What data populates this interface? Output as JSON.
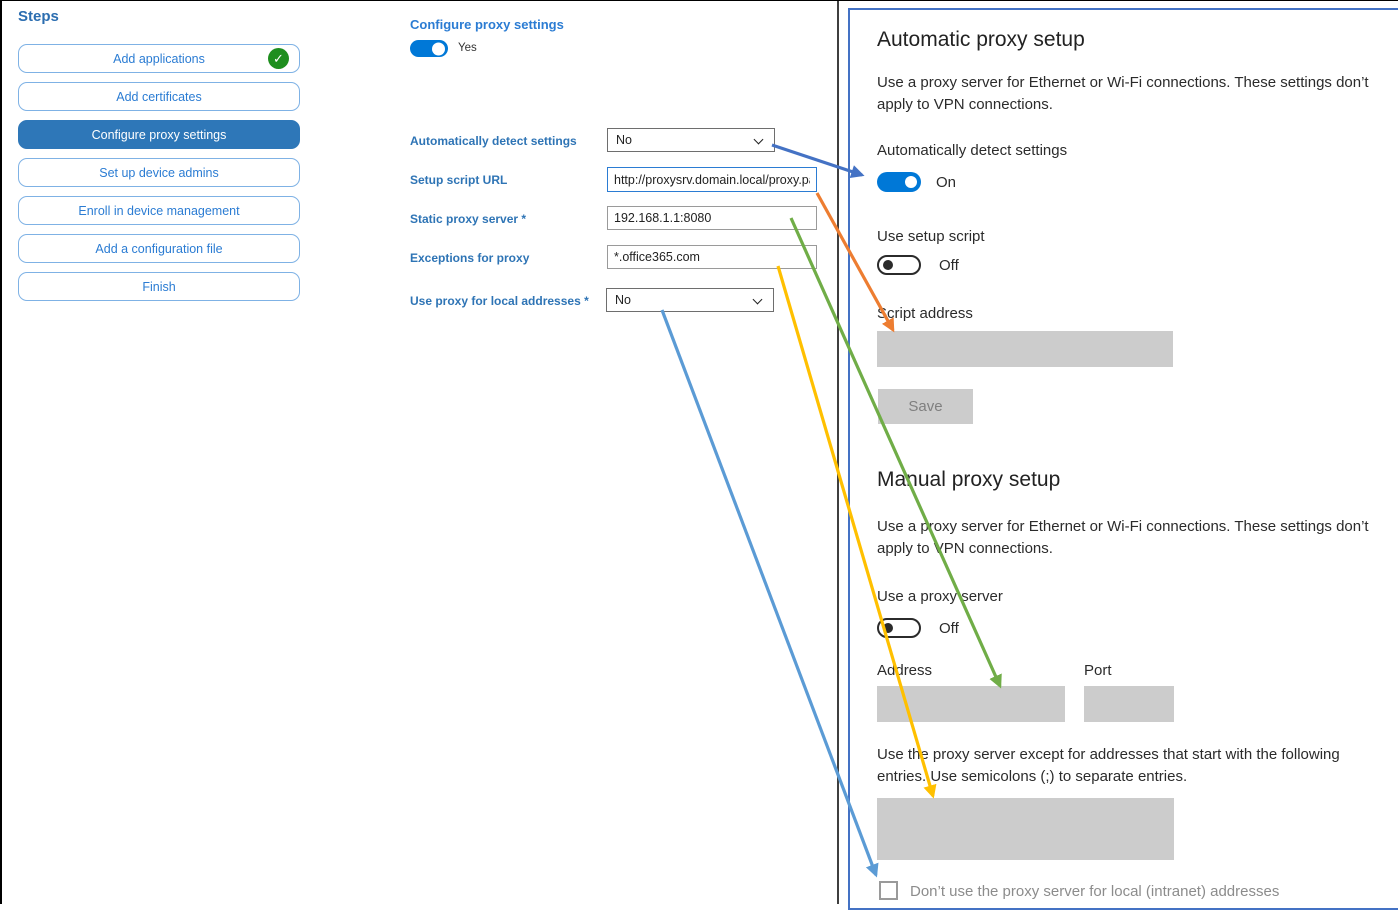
{
  "steps_panel": {
    "title": "Steps",
    "items": [
      {
        "label": "Add applications",
        "status": "completed"
      },
      {
        "label": "Add certificates",
        "status": "normal"
      },
      {
        "label": "Configure proxy settings",
        "status": "active"
      },
      {
        "label": "Set up device admins",
        "status": "normal"
      },
      {
        "label": "Enroll in device management",
        "status": "normal"
      },
      {
        "label": "Add a configuration file",
        "status": "normal"
      },
      {
        "label": "Finish",
        "status": "normal"
      }
    ],
    "completed_check": "✓"
  },
  "form_panel": {
    "title": "Configure proxy settings",
    "enable_toggle": {
      "label": "Yes",
      "state": "on"
    },
    "fields": [
      {
        "label": "Automatically detect settings",
        "control": "dropdown",
        "value": "No"
      },
      {
        "label": "Setup script URL",
        "control": "text",
        "value": "http://proxysrv.domain.local/proxy.pa"
      },
      {
        "label": "Static proxy server *",
        "control": "text",
        "value": "192.168.1.1:8080"
      },
      {
        "label": "Exceptions for proxy",
        "control": "text",
        "value": "*.office365.com"
      },
      {
        "label": "Use proxy for local addresses *",
        "control": "dropdown",
        "value": "No"
      }
    ]
  },
  "settings_panel": {
    "automatic": {
      "title": "Automatic proxy setup",
      "description": "Use a proxy server for Ethernet or Wi-Fi connections. These settings don’t apply to VPN connections.",
      "detect_label": "Automatically detect settings",
      "detect_state": "On",
      "script_label": "Use setup script",
      "script_state": "Off",
      "script_address_label": "Script address",
      "script_address_value": "",
      "save_label": "Save"
    },
    "manual": {
      "title": "Manual proxy setup",
      "description": "Use a proxy server for Ethernet or Wi-Fi connections. These settings don’t apply to VPN connections.",
      "use_proxy_label": "Use a proxy server",
      "use_proxy_state": "Off",
      "address_label": "Address",
      "address_value": "",
      "port_label": "Port",
      "port_value": "",
      "exceptions_text": "Use the proxy server except for addresses that start with the following entries. Use semicolons (;) to separate entries.",
      "exceptions_value": "",
      "local_checkbox_label": "Don’t use the proxy server for local (intranet) addresses",
      "local_checkbox_checked": false
    }
  },
  "arrows": [
    {
      "color": "#4472C4",
      "connects": "Automatically detect settings dropdown → Automatically detect settings toggle"
    },
    {
      "color": "#ED7D31",
      "connects": "Setup script URL → Script address"
    },
    {
      "color": "#70AD47",
      "connects": "Static proxy server → Address"
    },
    {
      "color": "#FFC000",
      "connects": "Exceptions for proxy → exceptions list"
    },
    {
      "color": "#5B9BD5",
      "connects": "Use proxy for local addresses → local intranet checkbox"
    }
  ],
  "colors": {
    "accent_blue": "#2b7cd3",
    "active_step_bg": "#2e77b8",
    "step_border": "#7fb2e5",
    "toggle_on": "#0078d7",
    "disabled_fill": "#cccccc",
    "panel_border": "#4472c4",
    "divider": "#3f3f3f",
    "completed_green": "#1e8e1e"
  }
}
